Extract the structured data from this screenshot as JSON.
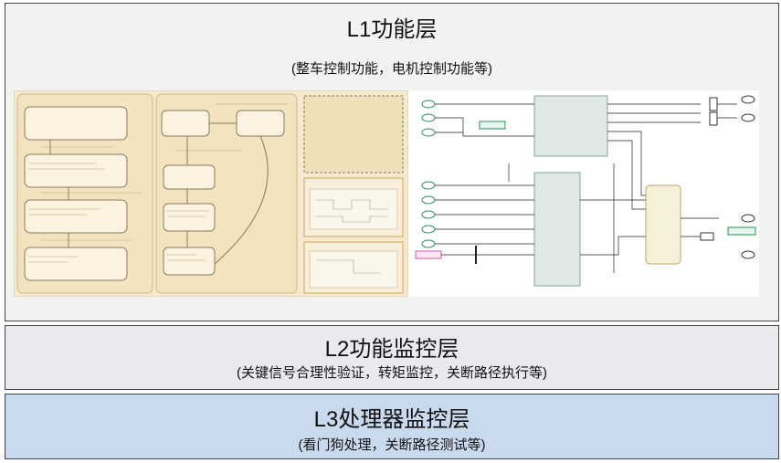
{
  "layers": [
    {
      "title": "L1功能层",
      "subtitle": "(整车控制功能，电机控制功能等)"
    },
    {
      "title": "L2功能监控层",
      "subtitle": "(关键信号合理性验证，转矩监控，关断路径执行等)"
    },
    {
      "title": "L3处理器监控层",
      "subtitle": "(看门狗处理，关断路径测试等)"
    }
  ],
  "colors": {
    "l1_bg": "#f2f2f2",
    "l2_bg": "#ece9ee",
    "l3_bg": "#c9d9ee",
    "stateflow_bg": "#f7ecd1",
    "state_box": "#fbf3df",
    "simulink_block": "#dfe8e4"
  }
}
